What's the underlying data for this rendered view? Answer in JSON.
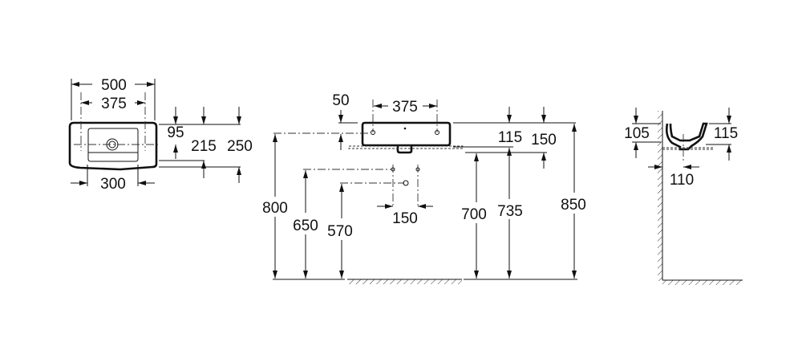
{
  "top_view": {
    "width_total": "500",
    "hole_spacing": "375",
    "basin_width": "300",
    "hole_offset": "95",
    "basin_depth": "215",
    "total_depth": "250"
  },
  "front_view": {
    "hole_top": "50",
    "hole_spacing": "375",
    "basin_height": "115",
    "total_height": "150",
    "height_800": "800",
    "height_650": "650",
    "height_570": "570",
    "drain_spacing": "150",
    "height_700": "700",
    "height_735": "735",
    "height_850": "850"
  },
  "side_view": {
    "left_depth": "105",
    "right_depth": "115",
    "drain_offset": "110"
  }
}
